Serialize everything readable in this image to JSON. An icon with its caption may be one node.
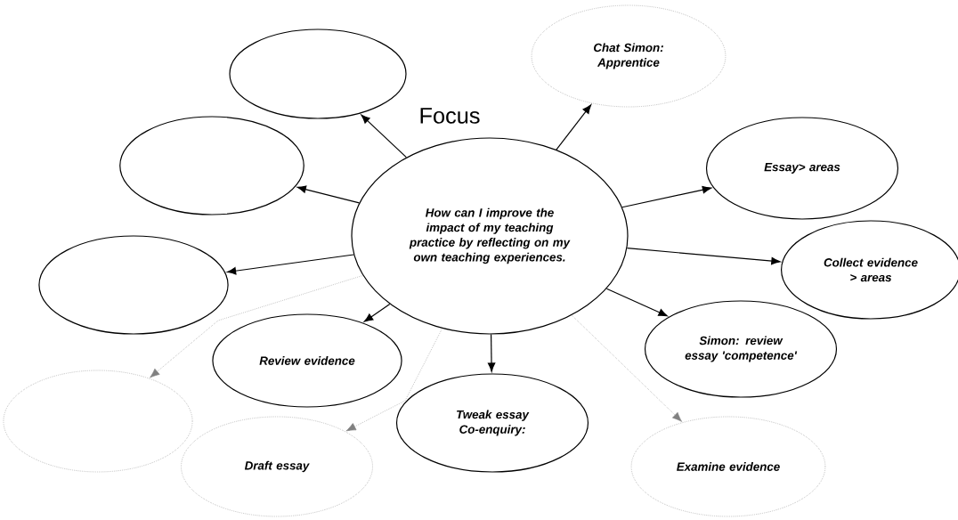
{
  "diagram": {
    "nodes": [
      {
        "text": [
          "Focus",
          "How can I improve the impact of my teaching practice by reflecting on my own teaching experiences."
        ]
      },
      {
        "text": [],
        "shape": "circle"
      },
      {
        "text": [],
        "shape": "circle"
      },
      {
        "text": [],
        "shape": "circle"
      },
      {
        "text": [
          "Chat Simon: Apprentice"
        ]
      },
      {
        "text": [
          "Essay> areas"
        ]
      },
      {
        "text": [
          "Collect evidence > areas"
        ]
      },
      {
        "text": [
          "Review evidence"
        ]
      },
      {
        "text": [
          "Simon: review essay 'competence'"
        ]
      },
      {
        "text": [],
        "shape": "circle"
      },
      {
        "text": [
          "Tweak essay Co-enquiry:"
        ]
      },
      {
        "text": [
          "Draft essay"
        ]
      },
      {
        "text": [
          "Examine evidence"
        ]
      }
    ],
    "edges": [
      {
        "from": 0,
        "to": 1,
        "arrow": "to"
      },
      {
        "from": 0,
        "to": 2,
        "arrow": "to"
      },
      {
        "from": 0,
        "to": 3,
        "arrow": "to"
      },
      {
        "from": 0,
        "to": 4,
        "arrow": "to"
      },
      {
        "from": 0,
        "to": 5,
        "arrow": "to"
      },
      {
        "from": 0,
        "to": 6,
        "arrow": "to"
      },
      {
        "from": 0,
        "to": 7,
        "arrow": "to"
      },
      {
        "from": 0,
        "to": 8,
        "arrow": "to"
      },
      {
        "from": 0,
        "to": 9,
        "arrow": "to",
        "style": "dashed",
        "color": "#808080"
      },
      {
        "from": 0,
        "to": 10,
        "arrow": "to"
      },
      {
        "from": 0,
        "to": 11,
        "arrow": "to",
        "style": "dashed",
        "color": "#808080"
      },
      {
        "from": 0,
        "to": 12,
        "arrow": "to",
        "style": "dashed",
        "color": "#808080"
      }
    ]
  }
}
